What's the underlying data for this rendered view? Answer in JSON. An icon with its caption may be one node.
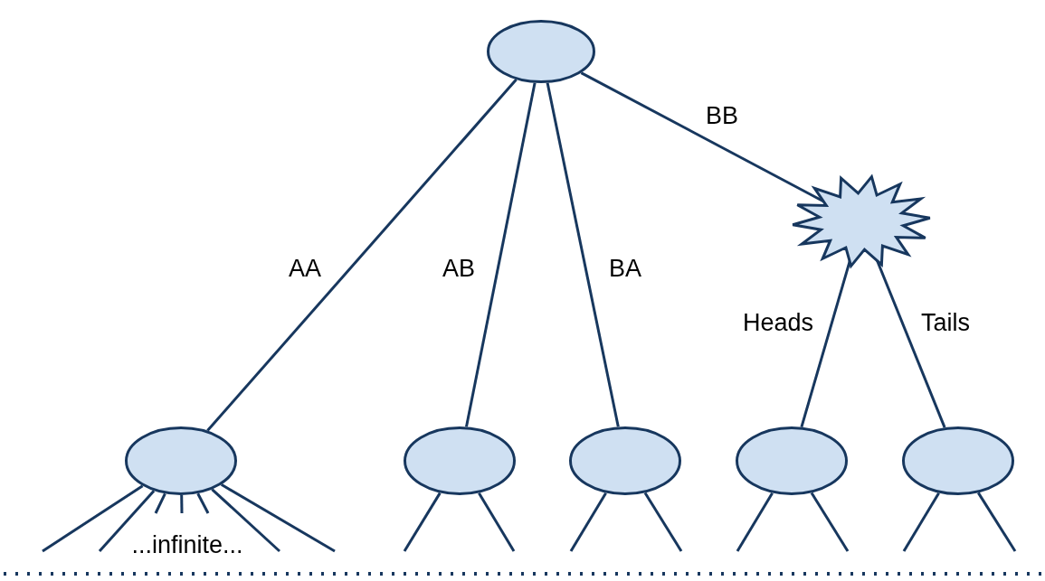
{
  "diagram": {
    "nodes": [
      {
        "text": [],
        "shape": "ellipse"
      },
      {
        "text": [],
        "shape": "star"
      },
      {
        "text": [],
        "shape": "ellipse"
      },
      {
        "text": [],
        "shape": "ellipse"
      },
      {
        "text": [],
        "shape": "ellipse"
      },
      {
        "text": [],
        "shape": "ellipse"
      },
      {
        "text": [],
        "shape": "ellipse"
      }
    ],
    "edges": [
      {
        "from": 0,
        "to": 2,
        "arrow": "none",
        "label": "AA"
      },
      {
        "from": 0,
        "to": 3,
        "arrow": "none",
        "label": "AB"
      },
      {
        "from": 0,
        "to": 4,
        "arrow": "none",
        "label": "BA"
      },
      {
        "from": 0,
        "to": 1,
        "arrow": "none",
        "label": "BB"
      },
      {
        "from": 1,
        "to": 5,
        "arrow": "none",
        "label": "Heads"
      },
      {
        "from": 1,
        "to": 6,
        "arrow": "none",
        "label": "Tails"
      },
      {
        "from": 2,
        "to": null,
        "arrow": "none"
      },
      {
        "from": 2,
        "to": null,
        "arrow": "none"
      },
      {
        "from": 2,
        "to": null,
        "arrow": "none"
      },
      {
        "from": 2,
        "to": null,
        "arrow": "none"
      },
      {
        "from": 2,
        "to": null,
        "arrow": "none"
      },
      {
        "from": 2,
        "to": null,
        "arrow": "none"
      },
      {
        "from": 2,
        "to": null,
        "arrow": "none"
      },
      {
        "from": 3,
        "to": null,
        "arrow": "none"
      },
      {
        "from": 3,
        "to": null,
        "arrow": "none"
      },
      {
        "from": 4,
        "to": null,
        "arrow": "none"
      },
      {
        "from": 4,
        "to": null,
        "arrow": "none"
      },
      {
        "from": 5,
        "to": null,
        "arrow": "none"
      },
      {
        "from": 5,
        "to": null,
        "arrow": "none"
      },
      {
        "from": 6,
        "to": null,
        "arrow": "none"
      },
      {
        "from": 6,
        "to": null,
        "arrow": "none"
      }
    ],
    "labels": [
      "...infinite..."
    ]
  }
}
